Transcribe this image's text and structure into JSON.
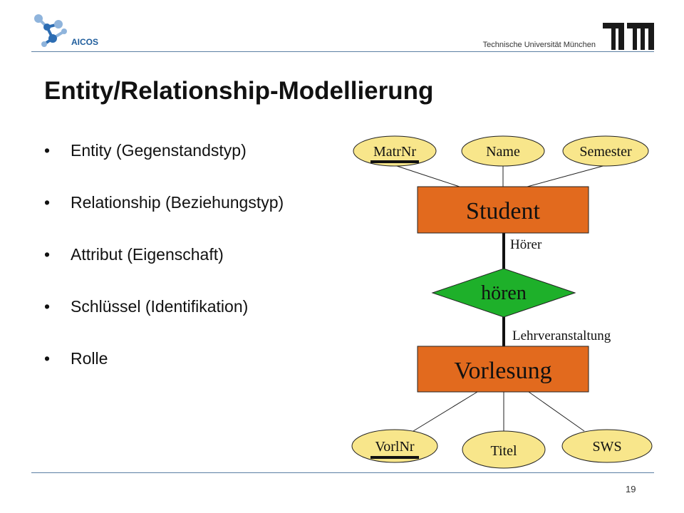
{
  "header": {
    "logo_text": "AICOS",
    "university": "Technische Universität München"
  },
  "slide": {
    "title": "Entity/Relationship-Modellierung",
    "bullets": [
      "Entity (Gegenstandstyp)",
      "Relationship (Beziehungstyp)",
      "Attribut (Eigenschaft)",
      "Schlüssel (Identifikation)",
      "Rolle"
    ],
    "bullet_glyph": "•"
  },
  "diagram": {
    "entities": {
      "student": "Student",
      "vorlesung": "Vorlesung"
    },
    "relationship": "hören",
    "roles": {
      "hoerer": "Hörer",
      "lehrveranstaltung": "Lehrveranstaltung"
    },
    "student_attributes": {
      "matrnr": "MatrNr",
      "name": "Name",
      "semester": "Semester"
    },
    "vorlesung_attributes": {
      "vorlnr": "VorlNr",
      "titel": "Titel",
      "sws": "SWS"
    },
    "colors": {
      "entity_fill": "#e26a1e",
      "relationship_fill": "#1eb02a",
      "attribute_fill": "#f8e68b",
      "stroke": "#222222"
    }
  },
  "footer": {
    "page_number": "19"
  }
}
